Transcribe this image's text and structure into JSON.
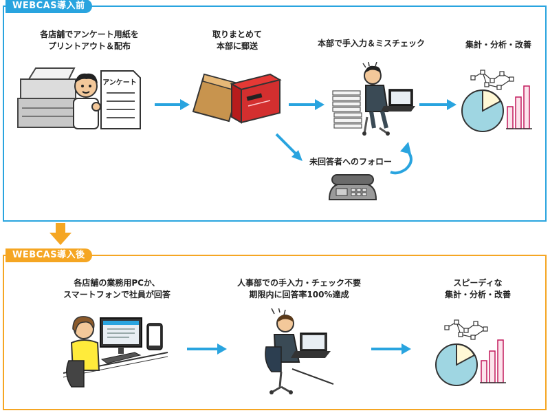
{
  "before": {
    "tag": "WEBCAS導入前",
    "step1": {
      "line1": "各店舗でアンケート用紙を",
      "line2": "プリントアウト＆配布",
      "sheet_label": "アンケート"
    },
    "step2": {
      "line1": "取りまとめて",
      "line2": "本部に郵送"
    },
    "step3": {
      "line1": "本部で手入力＆ミスチェック"
    },
    "step4": {
      "line1": "集計・分析・改善"
    },
    "followup": {
      "line1": "未回答者へのフォロー"
    }
  },
  "after": {
    "tag": "WEBCAS導入後",
    "step1": {
      "line1": "各店舗の業務用PCか、",
      "line2": "スマートフォンで社員が回答"
    },
    "step2": {
      "line1": "人事部での手入力・チェック不要",
      "line2": "期限内に回答率100%達成"
    },
    "step3": {
      "line1": "スピーディな",
      "line2": "集計・分析・改善"
    }
  },
  "colors": {
    "before_accent": "#29a4df",
    "after_accent": "#f5a623",
    "arrow": "#29a4df",
    "down_arrow": "#f5a623"
  }
}
